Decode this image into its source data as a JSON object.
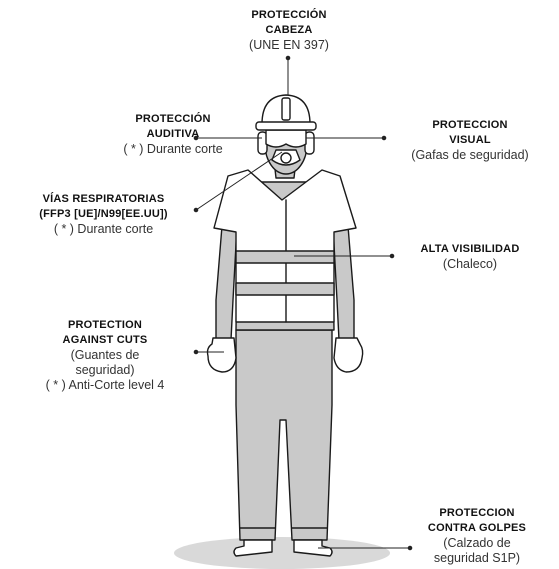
{
  "labels": {
    "head": {
      "title": "PROTECCIÓN\nCABEZA",
      "sub": "(UNE EN 397)"
    },
    "hearing": {
      "title": "PROTECCIÓN\nAUDITIVA",
      "sub": "( * ) Durante corte"
    },
    "visual": {
      "title": "PROTECCION\nVISUAL",
      "sub": "(Gafas de seguridad)"
    },
    "respiratory": {
      "title": "VÍAS RESPIRATORIAS\n(FFP3 [UE]/N99[EE.UU])",
      "sub": "( * ) Durante corte"
    },
    "hiviz": {
      "title": "ALTA VISIBILIDAD",
      "sub": "(Chaleco)"
    },
    "cuts": {
      "title": "PROTECTION\nAGAINST CUTS",
      "sub": "(Guantes de\nseguridad)\n( * ) Anti-Corte level 4"
    },
    "impact": {
      "title": "PROTECCION\nCONTRA GOLPES",
      "sub": "(Calzado de\nseguridad S1P)"
    }
  },
  "colors": {
    "outline": "#1a1a1a",
    "fill_gray": "#c9c9c9",
    "vest_white": "#ffffff",
    "shadow": "#d9d9d9",
    "leader": "#222222"
  }
}
